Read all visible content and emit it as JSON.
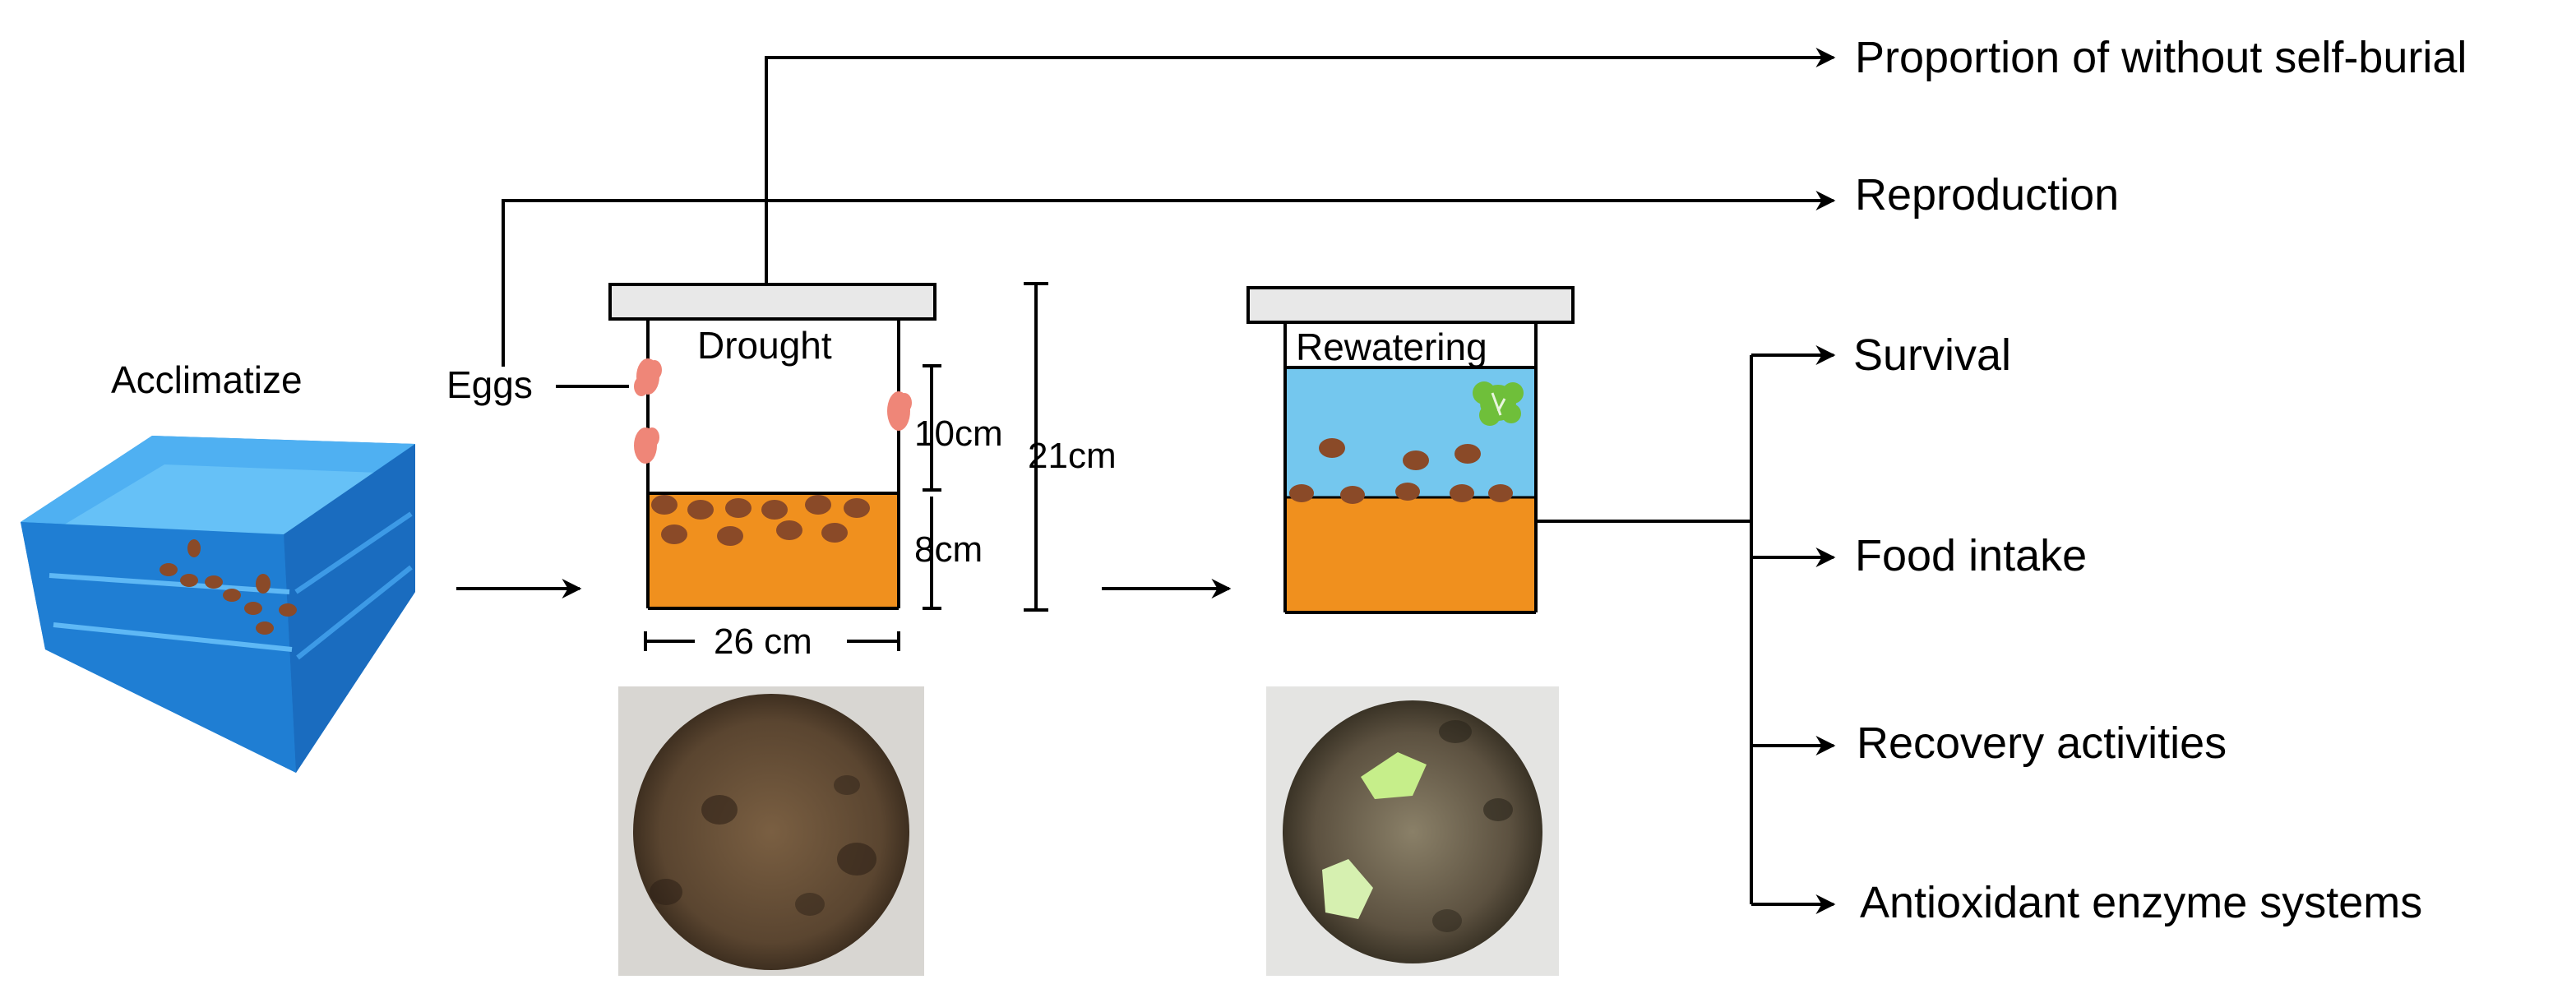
{
  "labels": {
    "acclimatize": "Acclimatize",
    "eggs": "Eggs",
    "drought": "Drought",
    "rewatering": "Rewatering",
    "dim_10cm": "10cm",
    "dim_8cm": "8cm",
    "dim_21cm": "21cm",
    "dim_26cm": "26 cm"
  },
  "outcomes": {
    "self_burial": "Proportion of without self-burial",
    "reproduction": "Reproduction",
    "survival": "Survival",
    "food_intake": "Food intake",
    "recovery": "Recovery activities",
    "antioxidant": "Antioxidant enzyme systems"
  },
  "colors": {
    "soil": "#f0901e",
    "water": "#74c7ee",
    "snail": "#8a4a28",
    "egg": "#ef8678",
    "lid": "#e8e8e8",
    "bin": "#2a8fe0",
    "lettuce": "#6fbf3a",
    "photo_soil": "#5e4a33"
  },
  "icons": {
    "bin": "blue-plastic-bin-icon",
    "lettuce": "lettuce-leaf-icon",
    "snail": "snail-icon",
    "egg": "egg-cluster-icon"
  }
}
